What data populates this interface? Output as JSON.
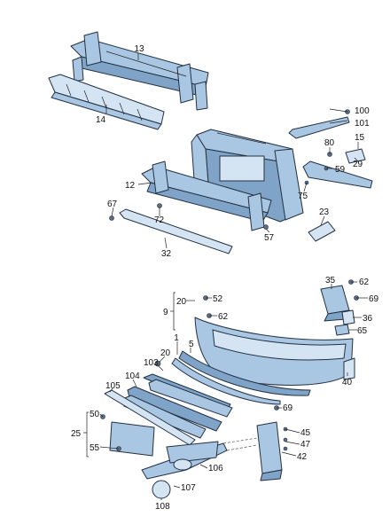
{
  "diagram": {
    "callouts": {
      "p13": "13",
      "p14": "14",
      "p100": "100",
      "p101": "101",
      "p80": "80",
      "p15": "15",
      "p59": "59",
      "p29": "29",
      "p12": "12",
      "p75": "75",
      "p67": "67",
      "p72": "72",
      "p23": "23",
      "p57": "57",
      "p32": "32",
      "p35": "35",
      "p62a": "62",
      "p69a": "69",
      "p9": "9",
      "p20a": "20",
      "p52": "52",
      "p62b": "62",
      "p36": "36",
      "p65": "65",
      "p5": "5",
      "p1": "1",
      "p20b": "20",
      "p103": "103",
      "p40": "40",
      "p105": "105",
      "p104": "104",
      "p69b": "69",
      "p50": "50",
      "p25": "25",
      "p55": "55",
      "p45": "45",
      "p47": "47",
      "p42": "42",
      "p106": "106",
      "p107": "107",
      "p108": "108"
    }
  }
}
